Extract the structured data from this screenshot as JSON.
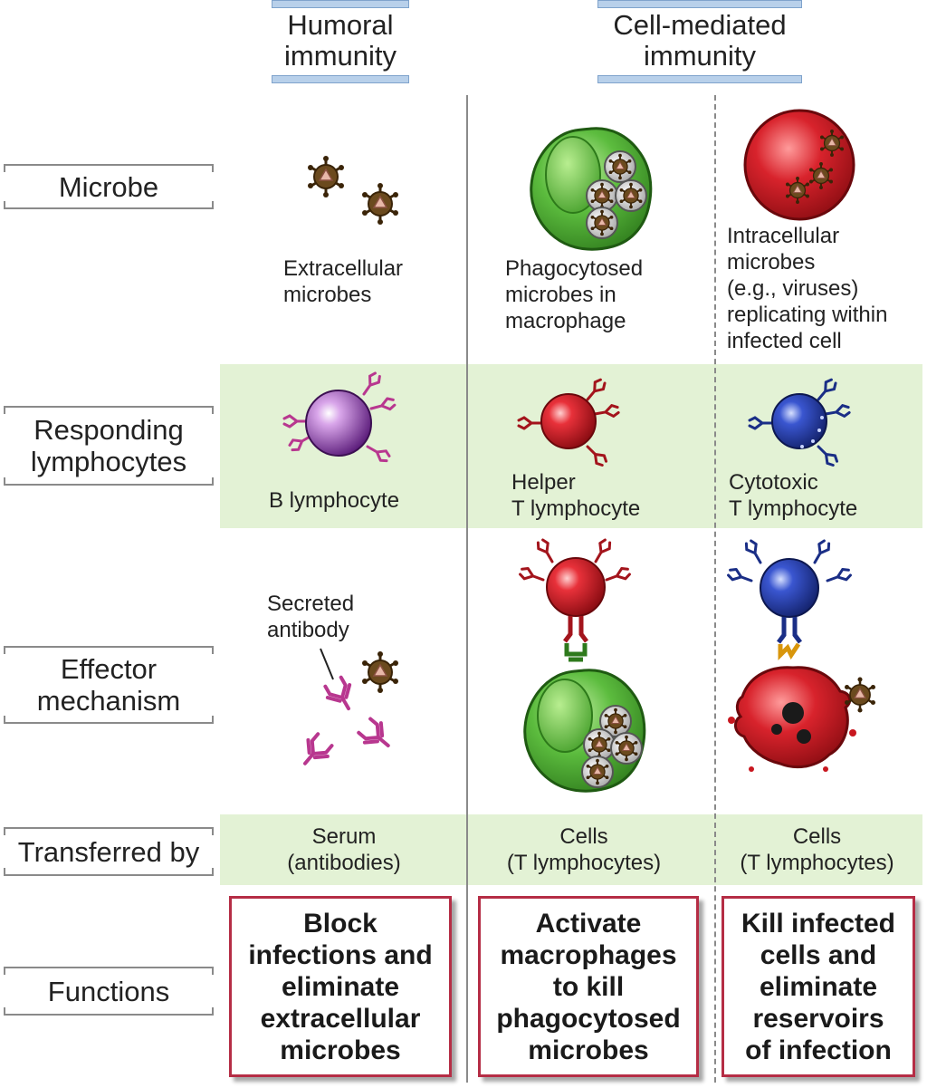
{
  "headers": {
    "humoral": "Humoral\nimmunity",
    "cell_mediated": "Cell-mediated\nimmunity"
  },
  "rows": {
    "microbe": "Microbe",
    "responding": "Responding\nlymphocytes",
    "effector": "Effector\nmechanism",
    "transferred": "Transferred by",
    "functions": "Functions"
  },
  "microbe_captions": {
    "humoral": "Extracellular\nmicrobes",
    "helper": "Phagocytosed\nmicrobes in\nmacrophage",
    "cytotoxic": "Intracellular\nmicrobes\n(e.g., viruses)\nreplicating within\ninfected cell"
  },
  "lymphocyte_captions": {
    "humoral": "B lymphocyte",
    "helper": "Helper\nT lymphocyte",
    "cytotoxic": "Cytotoxic\nT lymphocyte"
  },
  "effector_captions": {
    "antibody": "Secreted\nantibody"
  },
  "transferred": {
    "humoral": "Serum\n(antibodies)",
    "helper": "Cells\n(T lymphocytes)",
    "cytotoxic": "Cells\n(T lymphocytes)"
  },
  "functions": {
    "humoral": "Block\ninfections and\neliminate\nextracellular\nmicrobes",
    "helper": "Activate\nmacrophages\nto kill\nphagocytosed\nmicrobes",
    "cytotoxic": "Kill infected\ncells and\neliminate\nreservoirs\nof infection"
  },
  "icons": {
    "microbe": "virus-particle-icon",
    "macrophage": "macrophage-cell-icon",
    "infected_cell": "infected-cell-icon",
    "b_cell": "b-lymphocyte-icon",
    "helper_t": "helper-t-cell-icon",
    "cytotoxic_t": "cytotoxic-t-cell-icon",
    "antibody": "antibody-icon",
    "dying_cell": "dying-cell-icon"
  },
  "colors": {
    "band": "#e3f2d5",
    "function_border": "#b52d45",
    "header_bar": "#b8d0ea",
    "b_cell": "#8e3aa8",
    "helper_t": "#d3212a",
    "cytotoxic_t": "#2a45b5",
    "macrophage": "#57b63b",
    "antibody": "#b8378f"
  }
}
